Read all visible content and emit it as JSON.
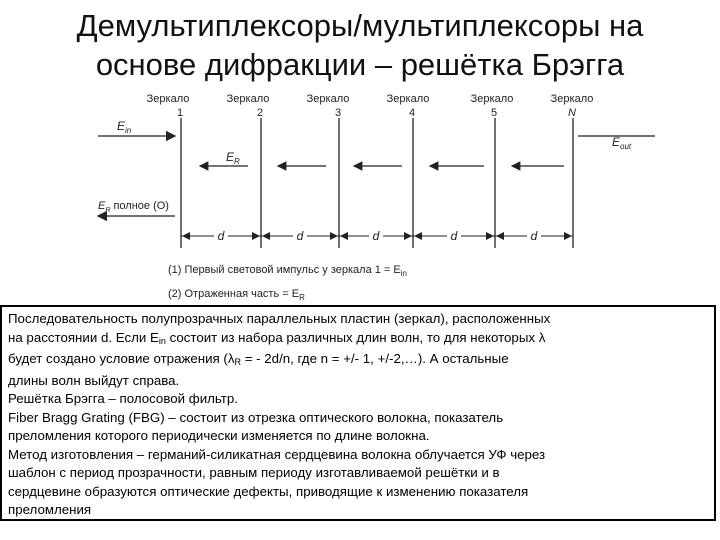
{
  "title": {
    "line1": "Демультиплексоры/мультиплексоры на",
    "line2": "основе дифракции – решётка Брэгга"
  },
  "diagram": {
    "mirror_word": "Зеркало",
    "mirrors": [
      "1",
      "2",
      "3",
      "4",
      "5",
      "N"
    ],
    "e_in": "E",
    "e_in_sub": "in",
    "e_r": "E",
    "e_r_sub": "R",
    "e_out": "E",
    "e_out_sub": "out",
    "e_total_prefix": "E",
    "e_total_sub": "R",
    "e_total_suffix": " полное (O)",
    "spacing_label": "d",
    "caption1": "(1) Первый световой импульс у зеркала 1 = E",
    "caption1_sub": "in",
    "caption2": "(2) Отраженная часть = E",
    "caption2_sub": "R"
  },
  "text": {
    "l1": "Последовательность полупрозрачных параллельных пластин (зеркал), расположенных",
    "l2a": "на расстоянии d. Если E",
    "l2sub": "in",
    "l2b": " состоит из набора различных длин волн, то для некоторых λ",
    "l3a": "будет создано условие отражения (λ",
    "l3sub": "R",
    "l3b": " = - 2d/n, где n = +/- 1, +/-2,…). А остальные",
    "l4": "длины волн выйдут справа.",
    "l5": "Решётка Брэгга – полосовой фильтр.",
    "l6": "Fiber Bragg Grating (FBG) – состоит из отрезка оптического волокна, показатель",
    "l7": "преломления которого периодически изменяется по длине волокна.",
    "l8": "Метод изготовления – германий-силикатная сердцевина волокна облучается УФ через",
    "l9": "шаблон с период прозрачности, равным периоду изготавливаемой решётки и в",
    "l10": "сердцевине образуются оптические дефекты, приводящие к изменению показателя",
    "l11": "преломления"
  }
}
